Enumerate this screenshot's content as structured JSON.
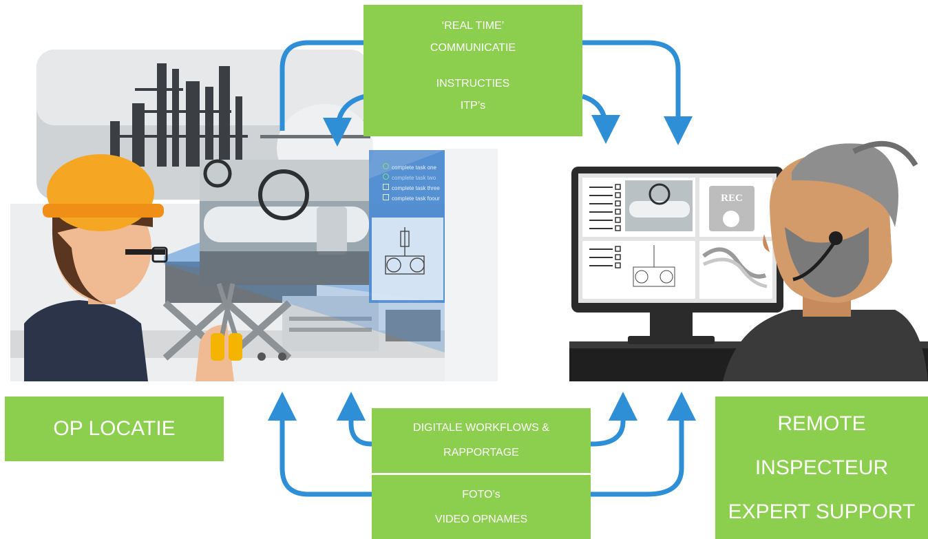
{
  "top_box": {
    "lines": [
      "‘REAL TIME’",
      "COMMUNICATIE",
      "INSTRUCTIES",
      "ITP’s"
    ]
  },
  "bottom_box_upper": {
    "lines": [
      "DIGITALE WORKFLOWS &",
      "RAPPORTAGE"
    ]
  },
  "bottom_box_lower": {
    "lines": [
      "FOTO’s",
      "VIDEO OPNAMES"
    ]
  },
  "left_label": {
    "text": "OP LOCATIE"
  },
  "right_label": {
    "lines": [
      "REMOTE",
      "INSPECTEUR",
      "EXPERT SUPPORT"
    ]
  },
  "ar_checklist": {
    "items": [
      "complete task one",
      "complete task two",
      "complete task three",
      "complete task foour"
    ]
  },
  "monitor": {
    "rec_label": "REC"
  },
  "colors": {
    "green": "#8ccf4e",
    "arrow_blue": "#2e8fd6",
    "ar_blue": "#4d90d8"
  }
}
